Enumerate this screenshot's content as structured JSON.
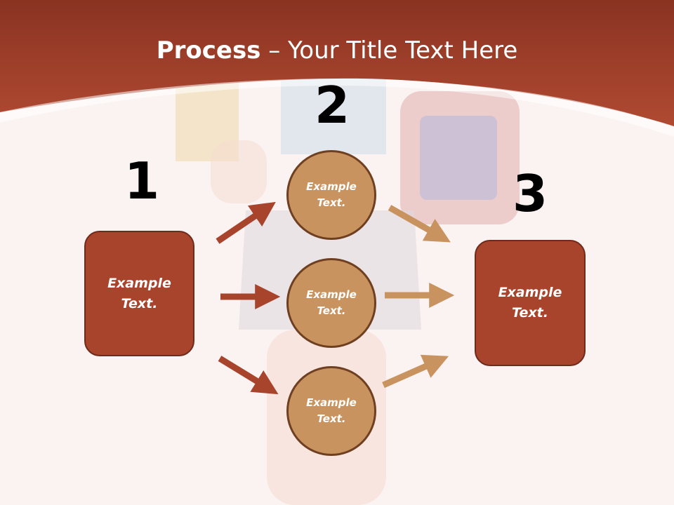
{
  "slide": {
    "title_bold": "Process",
    "title_rest": " – Your Title Text Here",
    "numbers": {
      "n1": "1",
      "n2": "2",
      "n3": "3"
    },
    "left_box": {
      "text_line1": "Example",
      "text_line2": "Text."
    },
    "right_box": {
      "text_line1": "Example",
      "text_line2": "Text."
    },
    "circles": [
      {
        "text_line1": "Example",
        "text_line2": "Text."
      },
      {
        "text_line1": "Example",
        "text_line2": "Text."
      },
      {
        "text_line1": "Example",
        "text_line2": "Text."
      }
    ]
  },
  "colors": {
    "header": "#a8432c",
    "box_fill": "#a8432c",
    "circle_fill": "#c9935f",
    "arrow_left": "#a8432c",
    "arrow_right": "#c9935f"
  }
}
